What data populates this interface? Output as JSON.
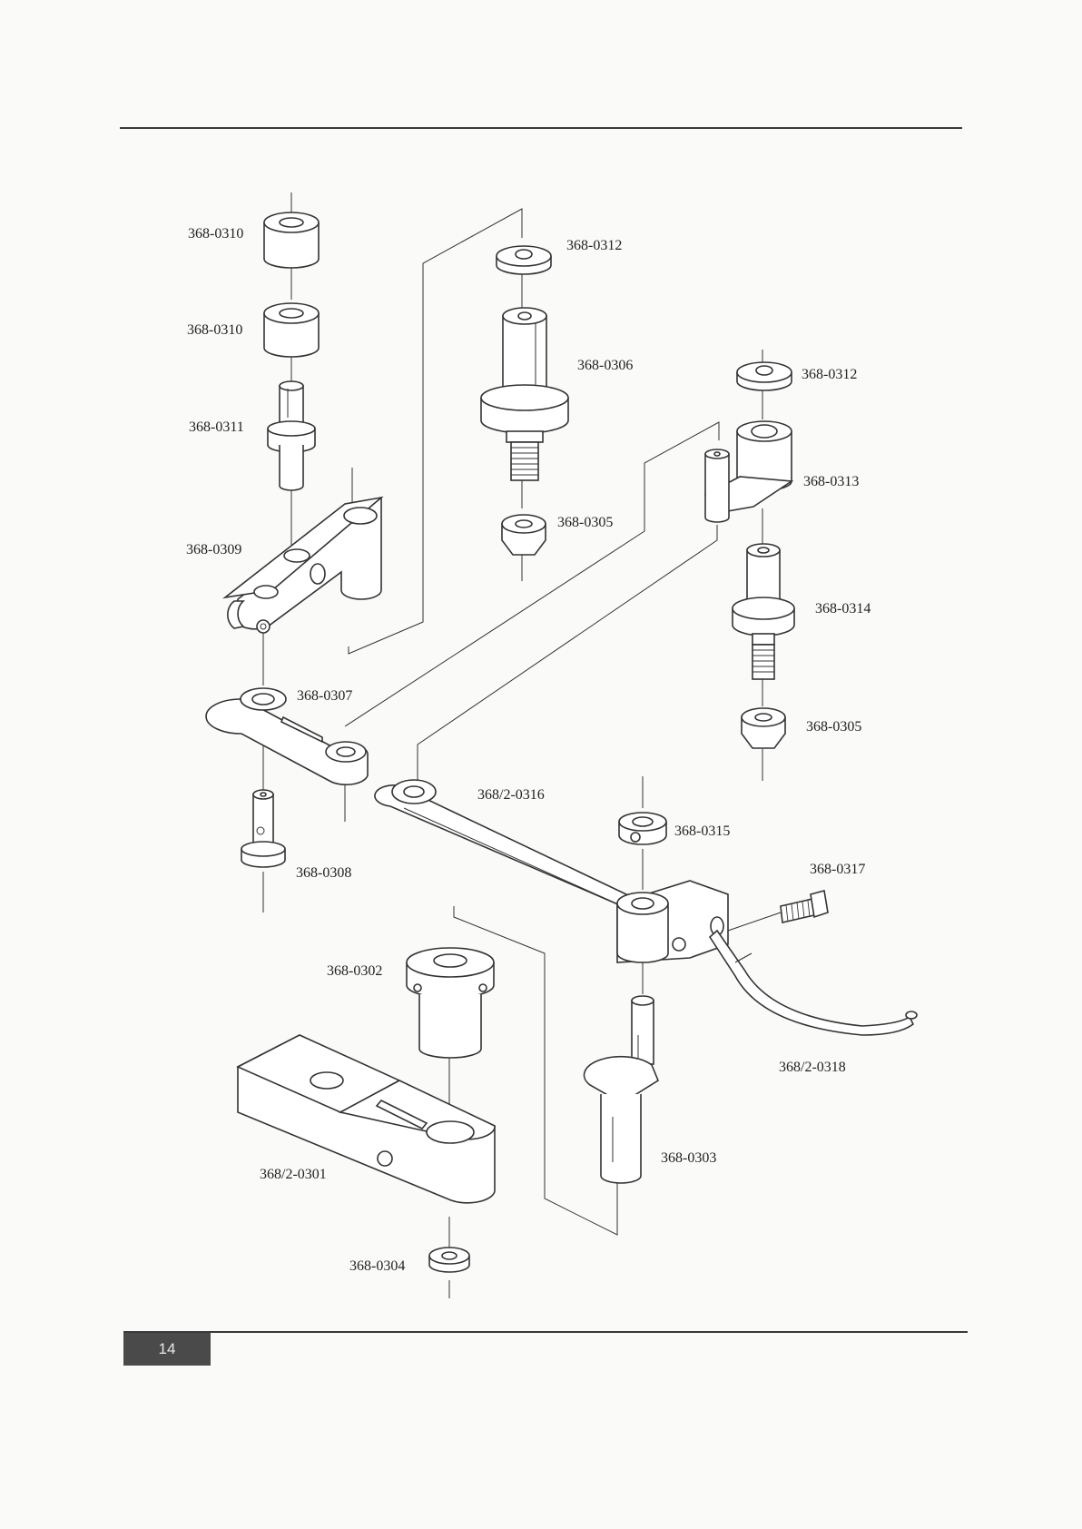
{
  "page_number": "14",
  "parts": {
    "p0310a": "368-0310",
    "p0310b": "368-0310",
    "p0311": "368-0311",
    "p0309": "368-0309",
    "p0312a": "368-0312",
    "p0306": "368-0306",
    "p0305a": "368-0305",
    "p0312b": "368-0312",
    "p0313": "368-0313",
    "p0314": "368-0314",
    "p0305b": "368-0305",
    "p0307": "368-0307",
    "p0308": "368-0308",
    "p0316": "368/2-0316",
    "p0315": "368-0315",
    "p0317": "368-0317",
    "p0302": "368-0302",
    "p0318": "368/2-0318",
    "p0301": "368/2-0301",
    "p0303": "368-0303",
    "p0304": "368-0304"
  },
  "colors": {
    "ink": "#333333",
    "paper": "#fafaf8",
    "page_tab": "#4a4a4a"
  }
}
